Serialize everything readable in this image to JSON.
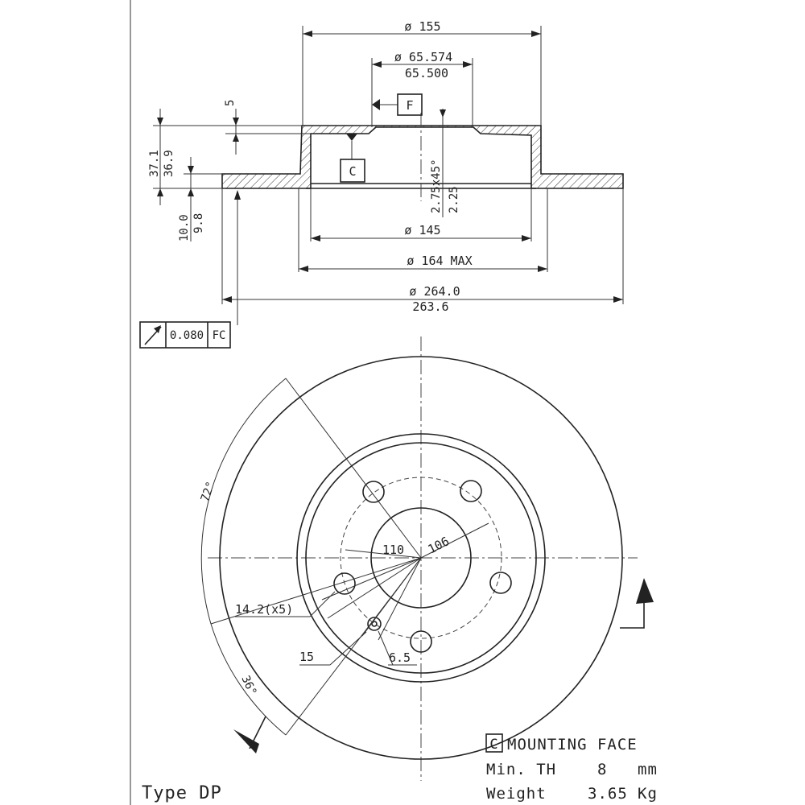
{
  "profile": {
    "dia_outer": "ø 155",
    "dia_hub_max": "ø 65.574",
    "dia_hub_min": "65.500",
    "hat_thickness": "5",
    "height_max": "37.1",
    "height_min": "36.9",
    "chamfer": "2.75x45°",
    "chamfer_2": "2.25",
    "datum_f": "F",
    "datum_c": "C",
    "disc_th_max": "10.0",
    "disc_th_min": "9.8",
    "dia_145": "ø 145",
    "dia_164": "ø 164 MAX",
    "dia_disc_max": "ø 264.0",
    "dia_disc_min": "263.6",
    "runout_value": "0.080",
    "runout_datum": "FC"
  },
  "face": {
    "angle_72": "72°",
    "angle_36": "36°",
    "pcd_110": "110",
    "pcd_106": "106",
    "holes": "14.2(x5)",
    "dim_15": "15",
    "dim_6_5": "6.5"
  },
  "legend": {
    "c_box": "C",
    "mounting_face": "MOUNTING FACE",
    "min_th_label": "Min. TH",
    "min_th_value": "8",
    "min_th_unit": "mm",
    "weight_label": "Weight",
    "weight_value": "3.65",
    "weight_unit": "Kg"
  },
  "type_label": "Type DP"
}
